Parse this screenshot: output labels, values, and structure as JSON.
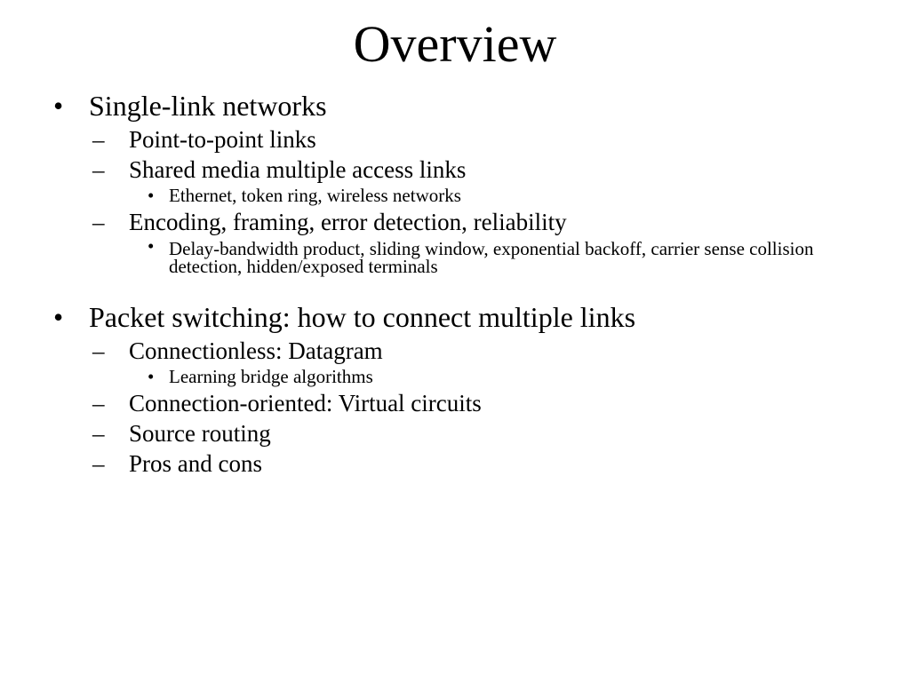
{
  "slide": {
    "title": "Overview",
    "bullet_glyph": "•",
    "dash_glyph": "–",
    "sections": [
      {
        "label": "Single-link networks",
        "items": [
          {
            "label": "Point-to-point links",
            "subitems": []
          },
          {
            "label": "Shared media multiple access links",
            "subitems": [
              "Ethernet, token ring, wireless networks"
            ]
          },
          {
            "label": "Encoding, framing, error detection, reliability",
            "subitems": [
              "Delay-bandwidth product, sliding window, exponential backoff, carrier sense collision detection, hidden/exposed terminals"
            ]
          }
        ]
      },
      {
        "label": "Packet switching: how to connect multiple links",
        "items": [
          {
            "label": "Connectionless: Datagram",
            "subitems": [
              "Learning bridge algorithms"
            ]
          },
          {
            "label": "Connection-oriented: Virtual circuits",
            "subitems": []
          },
          {
            "label": "Source routing",
            "subitems": []
          },
          {
            "label": "Pros and cons",
            "subitems": []
          }
        ]
      }
    ]
  }
}
